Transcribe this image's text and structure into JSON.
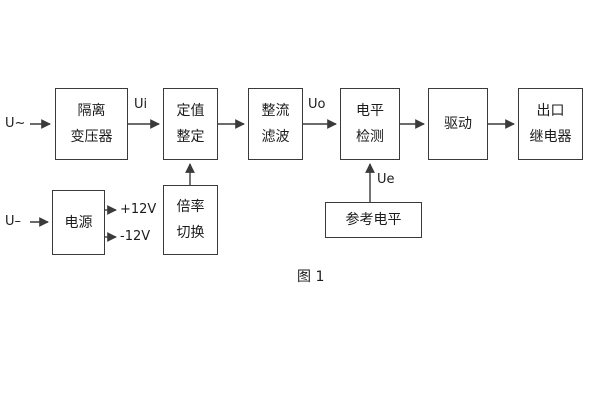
{
  "diagram": {
    "caption": "图 1",
    "boxes": {
      "isolation_transformer": {
        "line1": "隔离",
        "line2": "变压器"
      },
      "value_setting": {
        "line1": "定值",
        "line2": "整定"
      },
      "rectify_filter": {
        "line1": "整流",
        "line2": "滤波"
      },
      "level_detect": {
        "line1": "电平",
        "line2": "检测"
      },
      "drive": {
        "label": "驱动"
      },
      "output_relay": {
        "line1": "出口",
        "line2": "继电器"
      },
      "power_supply": {
        "label": "电源"
      },
      "ratio_switch": {
        "line1": "倍率",
        "line2": "切换"
      },
      "reference_level": {
        "label": "参考电平"
      }
    },
    "labels": {
      "u_ac": "U~",
      "u_dc": "U–",
      "ui": "Ui",
      "uo": "Uo",
      "ue": "Ue",
      "plus_12v": "+12V",
      "minus_12v": "-12V"
    },
    "line_color": "#3a3a3a"
  }
}
